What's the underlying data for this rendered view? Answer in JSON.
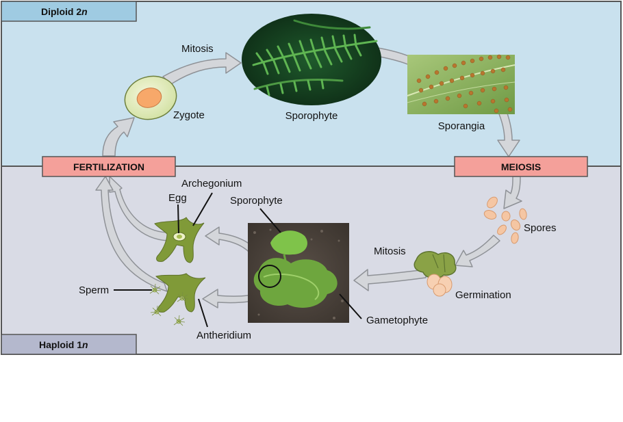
{
  "regions": {
    "diploid": {
      "label_main": "Diploid 2",
      "label_italic": "n",
      "color": "#c9e1ee",
      "tag_color": "#9fcbe2"
    },
    "haploid": {
      "label_main": "Haploid 1",
      "label_italic": "n",
      "color": "#d9dbe5",
      "tag_color": "#b4b8cd"
    }
  },
  "stages": {
    "fertilization": "FERTILIZATION",
    "meiosis": "MEIOSIS",
    "stage_box_color": "#f4a09a"
  },
  "labels": {
    "mitosis_top": "Mitosis",
    "zygote": "Zygote",
    "sporophyte_top": "Sporophyte",
    "sporangia": "Sporangia",
    "spores": "Spores",
    "mitosis_bottom": "Mitosis",
    "germination": "Germination",
    "gametophyte": "Gametophyte",
    "sporophyte_bottom": "Sporophyte",
    "archegonium": "Archegonium",
    "egg": "Egg",
    "sperm": "Sperm",
    "antheridium": "Antheridium"
  },
  "colors": {
    "arrow_fill": "#d4d6da",
    "arrow_stroke": "#8e9196",
    "plant_green": "#7e9a3c",
    "fern_green": "#2f7a3c",
    "spore_color": "#f5c6a3"
  }
}
